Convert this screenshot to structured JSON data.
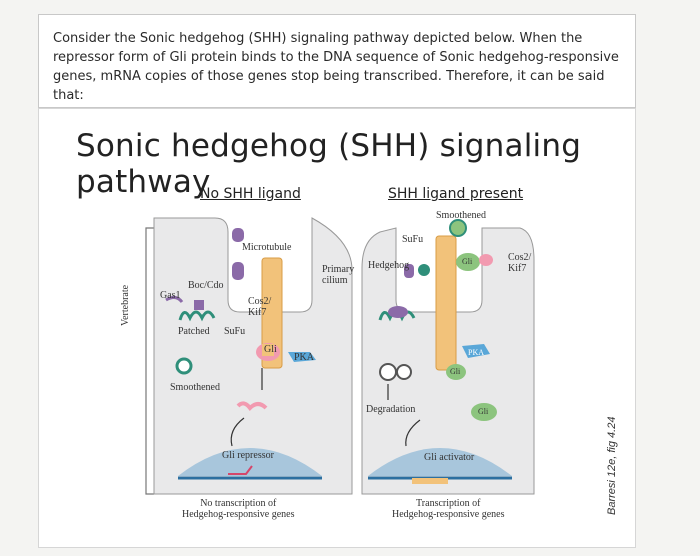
{
  "question": {
    "text": "Consider the Sonic hedgehog (SHH) signaling pathway depicted below. When the repressor form of Gli protein binds to the DNA sequence of Sonic hedgehog-responsive genes, mRNA copies of those genes stop being transcribed. Therefore, it can be said that:"
  },
  "figure": {
    "title": "Sonic hedgehog (SHH) signaling pathway",
    "left_header": "No SHH ligand",
    "right_header": "SHH ligand present",
    "vertical_label": "Vertebrate",
    "credit": "Barresi 12e, fig 4.24",
    "left_labels": {
      "microtubule": "Microtubule",
      "boc_cdo": "Boc/Cdo",
      "gas1": "Gas1",
      "cos2_kif7": "Cos2/\nKif7",
      "patched": "Patched",
      "sufu": "SuFu",
      "gli": "Gli",
      "pka": "PKA",
      "smoothened": "Smoothened",
      "gli_repressor": "Gli repressor",
      "outcome": "No transcription of\nHedgehog-responsive genes"
    },
    "middle_labels": {
      "primary_cilium": "Primary\ncilium"
    },
    "right_labels": {
      "smoothened": "Smoothened",
      "sufu": "SuFu",
      "hedgehog": "Hedgehog",
      "cos2_kif7": "Cos2/\nKif7",
      "gli_top": "Gli",
      "pka": "PKA",
      "gli_mid": "Gli",
      "gli_low": "Gli",
      "degradation": "Degradation",
      "gli_activator": "Gli activator",
      "outcome": "Transcription of\nHedgehog-responsive genes"
    }
  },
  "colors": {
    "cell_fill": "#e9e9ea",
    "cilium": "#f2c27a",
    "nucleus": "#a8c6dc",
    "purple": "#8b6aa8",
    "teal": "#2f8f7a",
    "green": "#8cc47e",
    "pink": "#f29ab0",
    "blue_pka": "#5aa7d8"
  }
}
